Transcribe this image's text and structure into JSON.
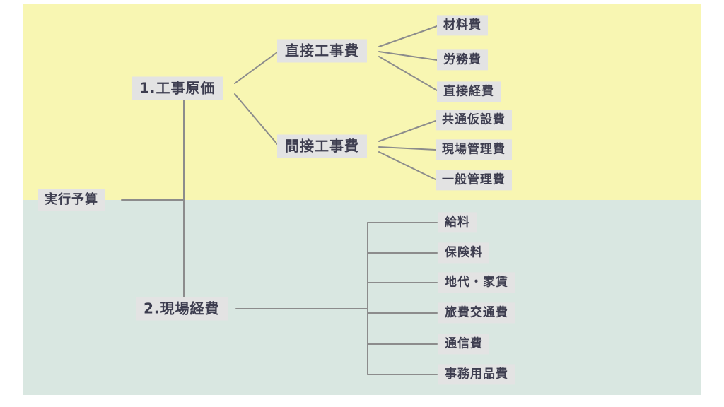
{
  "colors": {
    "top_background": "#f8f6b2",
    "bottom_background": "#d9e7e1",
    "node_background": "#e3e3e3",
    "node_text": "#3d3d4f",
    "line": "#8c8c8c"
  },
  "tree": {
    "root": "実行予算",
    "cost": {
      "label": "1.工事原価",
      "direct": {
        "label": "直接工事費",
        "items": [
          "材料費",
          "労務費",
          "直接経費"
        ]
      },
      "indirect": {
        "label": "間接工事費",
        "items": [
          "共通仮設費",
          "現場管理費",
          "一般管理費"
        ]
      }
    },
    "site": {
      "label": "2.現場経費",
      "items": [
        "給料",
        "保険料",
        "地代・家賃",
        "旅費交通費",
        "通信費",
        "事務用品費"
      ]
    }
  }
}
